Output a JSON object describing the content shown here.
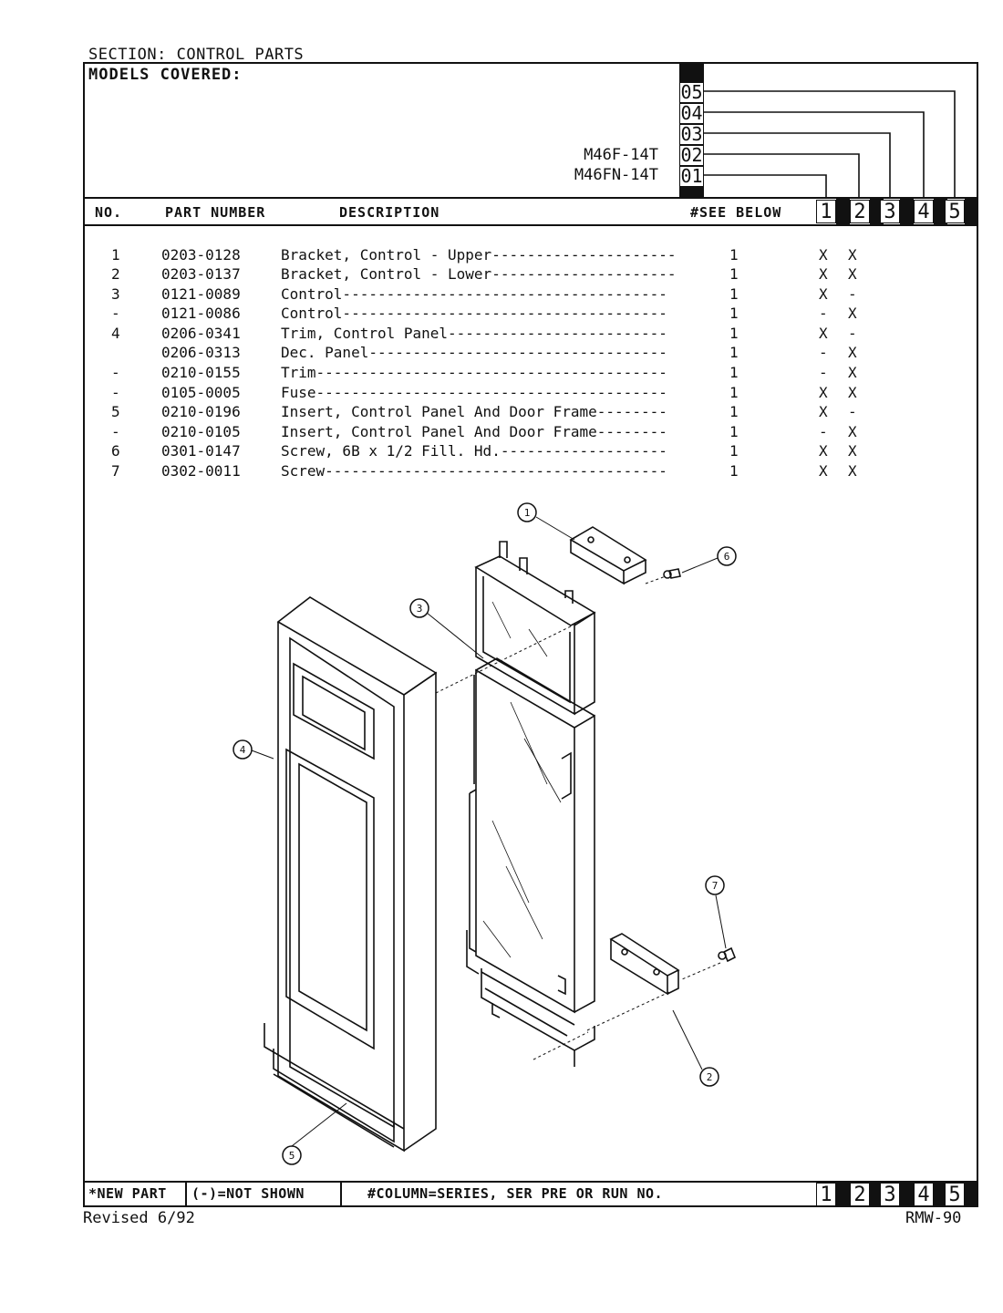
{
  "header": {
    "section": "SECTION: CONTROL PARTS",
    "models_label": "MODELS COVERED:",
    "models": [
      "M46F-14T",
      "M46FN-14T"
    ],
    "series_codes": [
      "05",
      "04",
      "03",
      "02",
      "01"
    ]
  },
  "columns": {
    "no": "NO.",
    "part_number": "PART NUMBER",
    "description": "DESCRIPTION",
    "see_below": "#SEE BELOW",
    "series_cols": [
      "1",
      "2",
      "3",
      "4",
      "5"
    ]
  },
  "parts": [
    {
      "no": "1",
      "part": "0203-0128",
      "desc": "Bracket, Control - Upper---------------------",
      "qty": "1",
      "c1": "X",
      "c2": "X"
    },
    {
      "no": "2",
      "part": "0203-0137",
      "desc": "Bracket, Control - Lower---------------------",
      "qty": "1",
      "c1": "X",
      "c2": "X"
    },
    {
      "no": "3",
      "part": "0121-0089",
      "desc": "Control-------------------------------------",
      "qty": "1",
      "c1": "X",
      "c2": "-"
    },
    {
      "no": "-",
      "part": "0121-0086",
      "desc": "Control-------------------------------------",
      "qty": "1",
      "c1": "-",
      "c2": "X"
    },
    {
      "no": "4",
      "part": "0206-0341",
      "desc": "Trim, Control Panel-------------------------",
      "qty": "1",
      "c1": "X",
      "c2": "-"
    },
    {
      "no": "",
      "part": "0206-0313",
      "desc": "Dec. Panel----------------------------------",
      "qty": "1",
      "c1": "-",
      "c2": "X"
    },
    {
      "no": "-",
      "part": "0210-0155",
      "desc": "Trim----------------------------------------",
      "qty": "1",
      "c1": "-",
      "c2": "X"
    },
    {
      "no": "-",
      "part": "0105-0005",
      "desc": "Fuse----------------------------------------",
      "qty": "1",
      "c1": "X",
      "c2": "X"
    },
    {
      "no": "5",
      "part": "0210-0196",
      "desc": "Insert, Control Panel And Door Frame--------",
      "qty": "1",
      "c1": "X",
      "c2": "-"
    },
    {
      "no": "-",
      "part": "0210-0105",
      "desc": "Insert, Control Panel And Door Frame--------",
      "qty": "1",
      "c1": "-",
      "c2": "X"
    },
    {
      "no": "6",
      "part": "0301-0147",
      "desc": "Screw, 6B x 1/2 Fill. Hd.-------------------",
      "qty": "1",
      "c1": "X",
      "c2": "X"
    },
    {
      "no": "7",
      "part": "0302-0011",
      "desc": "Screw---------------------------------------",
      "qty": "1",
      "c1": "X",
      "c2": "X"
    }
  ],
  "diagram": {
    "callouts": [
      "1",
      "2",
      "3",
      "4",
      "5",
      "6",
      "7"
    ]
  },
  "footer": {
    "new_part": "*NEW PART",
    "not_shown": "(-)=NOT SHOWN",
    "column_note": "#COLUMN=SERIES, SER PRE OR RUN NO.",
    "series_cols": [
      "1",
      "2",
      "3",
      "4",
      "5"
    ],
    "revised": "Revised 6/92",
    "doc_code": "RMW-90"
  }
}
